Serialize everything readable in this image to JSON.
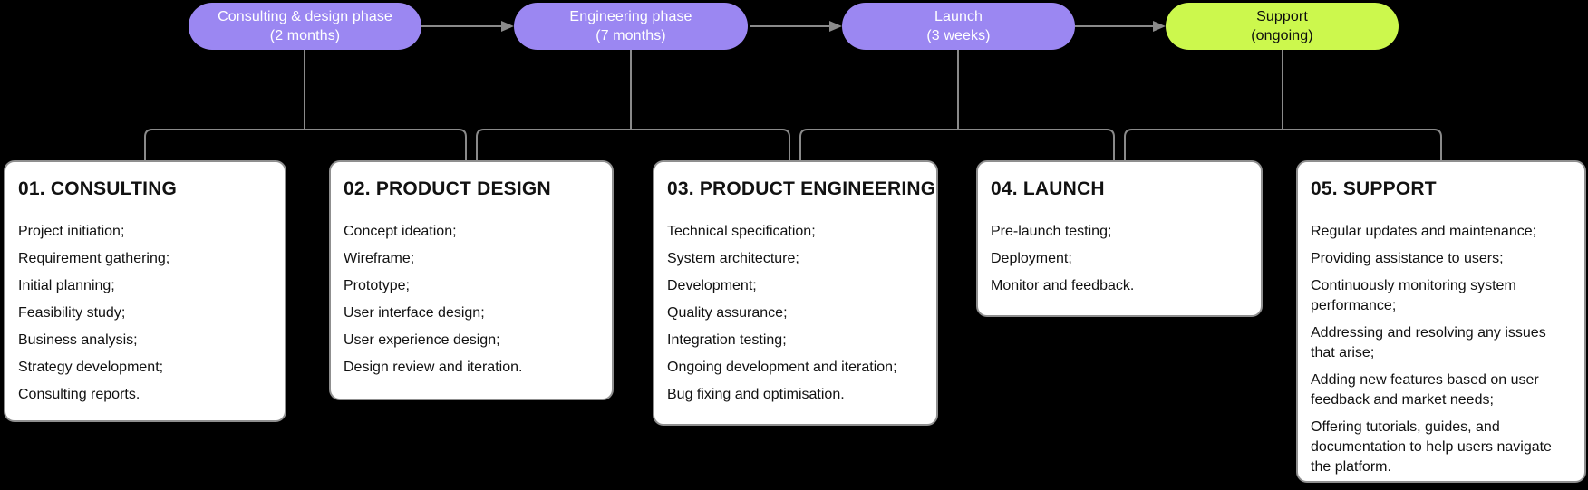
{
  "diagram_title": "Project delivery phases flowchart",
  "colors": {
    "background": "#000000",
    "phase_pill_purple": "#9b87f2",
    "phase_pill_lime": "#ccf84d",
    "pill_text_light": "#ffffff",
    "pill_text_dark": "#0d0d0d",
    "connector_gray": "#8a8a8a",
    "card_background": "#ffffff",
    "card_border": "#8f8f8f",
    "card_text": "#111111"
  },
  "phases": [
    {
      "label": "Consulting & design phase",
      "duration": "(2 months)",
      "color": "#9b87f2"
    },
    {
      "label": "Engineering phase",
      "duration": "(7 months)",
      "color": "#9b87f2"
    },
    {
      "label": "Launch",
      "duration": "(3 weeks)",
      "color": "#9b87f2"
    },
    {
      "label": "Support",
      "duration": "(ongoing)",
      "color": "#ccf84d"
    }
  ],
  "cards": [
    {
      "title": "01. CONSULTING",
      "items": [
        "Project initiation;",
        "Requirement gathering;",
        "Initial planning;",
        "Feasibility study;",
        "Business analysis;",
        "Strategy development;",
        "Consulting reports."
      ]
    },
    {
      "title": "02. PRODUCT DESIGN",
      "items": [
        "Concept ideation;",
        "Wireframe;",
        "Prototype;",
        "User interface design;",
        "User experience design;",
        "Design review and iteration."
      ]
    },
    {
      "title": "03. PRODUCT ENGINEERING",
      "items": [
        "Technical specification;",
        "System architecture;",
        "Development;",
        "Quality assurance;",
        "Integration testing;",
        "Ongoing development and iteration;",
        "Bug fixing and optimisation."
      ]
    },
    {
      "title": "04. LAUNCH",
      "items": [
        "Pre-launch testing;",
        "Deployment;",
        "Monitor and feedback."
      ]
    },
    {
      "title": "05. SUPPORT",
      "items": [
        "Regular updates and maintenance;",
        "Providing assistance to users;",
        "Continuously monitoring system performance;",
        "Addressing and resolving any issues that arise;",
        "Adding new features based on user feedback and market needs;",
        "Offering tutorials, guides, and documentation to help users navigate the platform."
      ]
    }
  ]
}
